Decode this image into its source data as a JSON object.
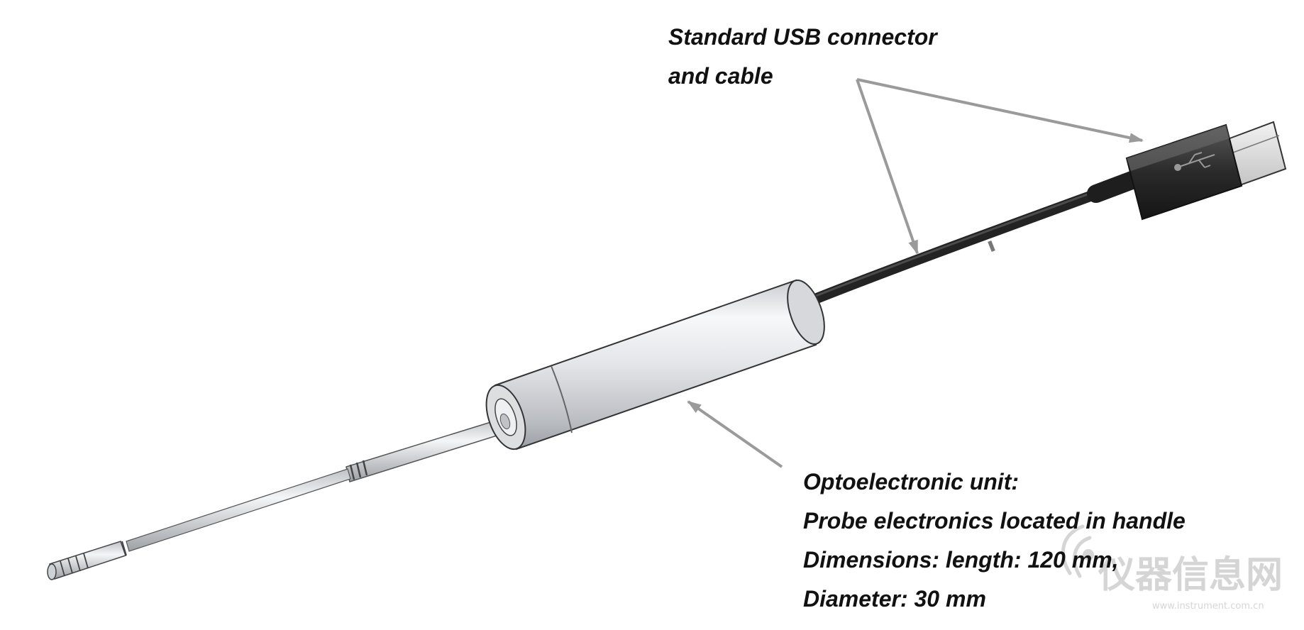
{
  "labels": {
    "usb": {
      "line1": "Standard USB connector",
      "line2": "and cable"
    },
    "opto": {
      "line1": "Optoelectronic unit:",
      "line2": "Probe electronics located in handle",
      "line3": "Dimensions: length: 120 mm,",
      "line4": "Diameter: 30 mm"
    }
  },
  "watermark": {
    "text": "仪器信息网",
    "subtext": "www.instrument.com.cn"
  },
  "colors": {
    "arrow": "#9a9a9a",
    "cable": "#2b2b2b",
    "handle": "#e6e8ea",
    "outline": "#333333",
    "text": "#111111"
  }
}
